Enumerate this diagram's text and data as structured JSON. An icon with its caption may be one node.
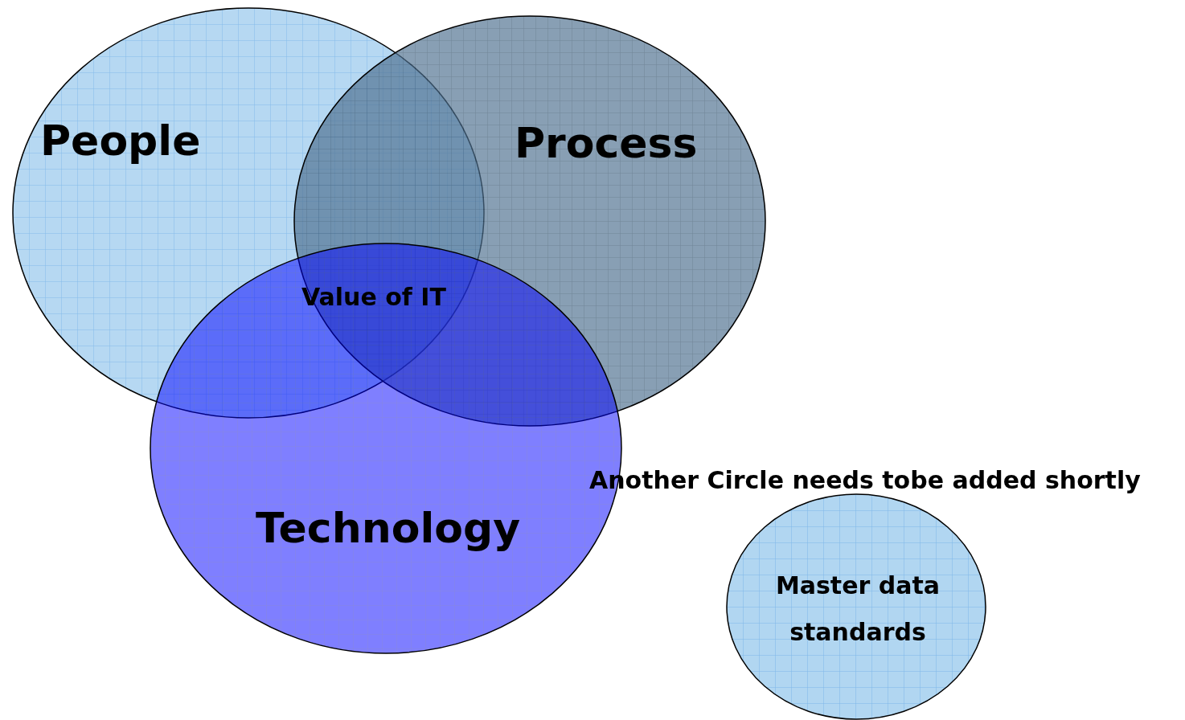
{
  "diagram": {
    "nodes": [
      {
        "text": [
          "People"
        ]
      },
      {
        "text": [
          "Process"
        ]
      },
      {
        "text": [
          "Technology"
        ]
      },
      {
        "text": [
          "Master data standards"
        ]
      }
    ],
    "edges": [],
    "labels": [
      "Value of IT",
      "Another Circle needs tobe added shortly"
    ]
  }
}
